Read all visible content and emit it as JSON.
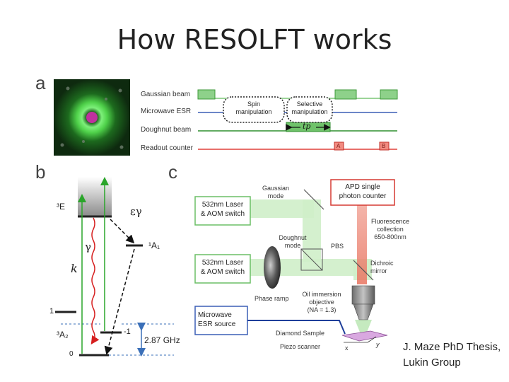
{
  "title": "How RESOLFT works",
  "credit": {
    "line1": "J. Maze PhD Thesis,",
    "line2": "Lukin Group"
  },
  "panel_a": {
    "letter": "a",
    "rows": [
      "Gaussian beam",
      "Microwave ESR",
      "Doughnut beam",
      "Readout counter"
    ],
    "box_spin": [
      "Spin",
      "manipulation"
    ],
    "box_selective": [
      "Selective",
      "manipulation"
    ],
    "tp_label": "tp",
    "readout_A": "A",
    "readout_B": "B",
    "colors": {
      "gaussian": "#7cc576",
      "microwave": "#3b5fb5",
      "doughnut": "#3a9a3a",
      "readout": "#e0413a"
    }
  },
  "panel_b": {
    "letter": "b",
    "level_3E": "³E",
    "level_1A1": "¹A₁",
    "level_3A2": "³A₂",
    "label_1": "1",
    "label_minus1": "-1",
    "label_0": "0",
    "label_k": "k",
    "label_gamma": "γ",
    "label_eps_gamma": "εγ",
    "splitting": "2.87 GHz"
  },
  "panel_c": {
    "letter": "c",
    "laser1": [
      "532nm Laser",
      "& AOM switch"
    ],
    "laser2": [
      "532nm Laser",
      "& AOM switch"
    ],
    "microwave": [
      "Microwave",
      "ESR source"
    ],
    "apd": [
      "APD single",
      "photon counter"
    ],
    "gaussian_mode": [
      "Gaussian",
      "mode"
    ],
    "doughnut_mode": [
      "Doughnut",
      "mode"
    ],
    "pbs": "PBS",
    "phase_ramp": "Phase ramp",
    "fluorescence": [
      "Fluorescence",
      "collection",
      "650-800nm"
    ],
    "dichroic": [
      "Dichroic",
      "mirror"
    ],
    "objective": [
      "Oil immersion",
      "objective",
      "(NA = 1.3)"
    ],
    "diamond": "Diamond Sample",
    "piezo": "Piezo scanner",
    "axis_x": "x",
    "axis_y": "y"
  }
}
